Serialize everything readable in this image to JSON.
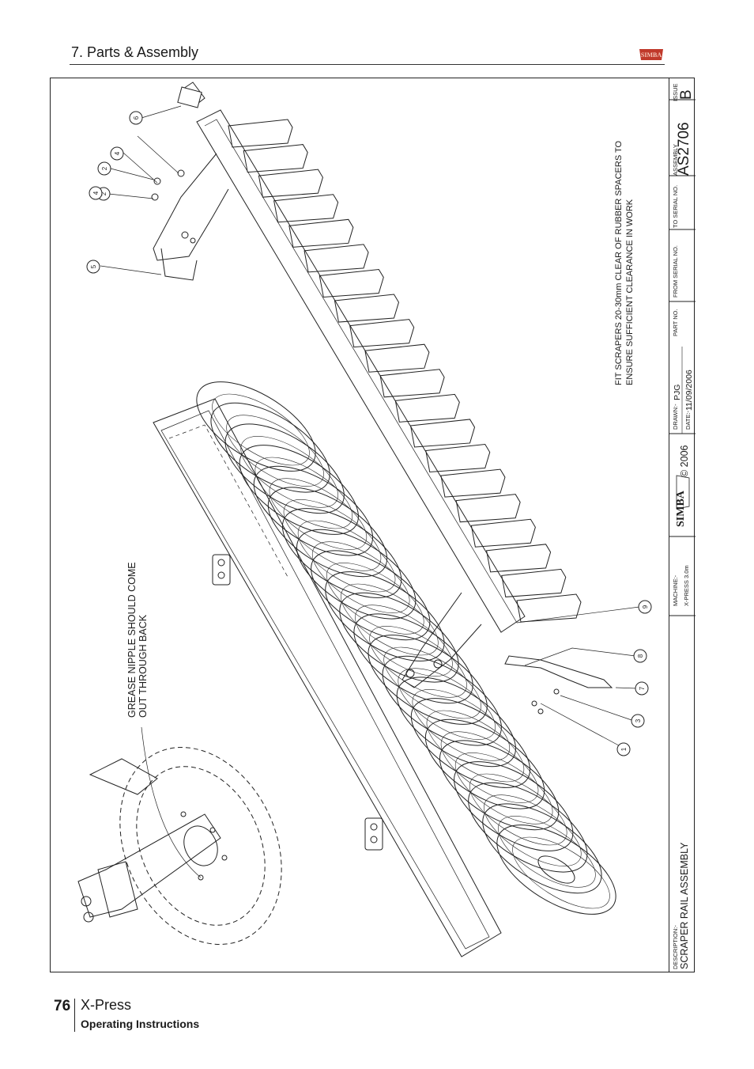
{
  "header": {
    "section_title": "7. Parts & Assembly",
    "logo_text": "SIMBA"
  },
  "drawing": {
    "note_grease": [
      "GREASE NIPPLE SHOULD COME",
      "OUT THROUGH BACK"
    ],
    "note_scrapers": [
      "FIT SCRAPERS 20-30mm CLEAR OF RUBBER SPACERS TO",
      "ENSURE SUFFICIENT CLEARANCE IN WORK"
    ],
    "balloons": [
      "1",
      "2",
      "2",
      "3",
      "4",
      "4",
      "5",
      "6",
      "7",
      "8",
      "9"
    ]
  },
  "title_block": {
    "description_label": "DESCRIPTION:-",
    "description": "SCRAPER RAIL ASSEMBLY",
    "machine_label": "MACHINE:-",
    "machine": "X-PRESS 3.0m",
    "logo_text": "SIMBA",
    "copyright": "© 2006",
    "drawn_label": "DRAWN:-",
    "drawn": "PJG",
    "date_label": "DATE:-",
    "date": "11/09/2006",
    "part_no_label": "PART NO.",
    "from_serial_label": "FROM SERIAL NO.",
    "to_serial_label": "TO SERIAL NO.",
    "assembly_label": "ASSEMBLY",
    "assembly_no": "AS2706",
    "issue_label": "ISSUE",
    "issue": "B"
  },
  "footer": {
    "page_number": "76",
    "product": "X-Press",
    "subtitle": "Operating Instructions"
  }
}
